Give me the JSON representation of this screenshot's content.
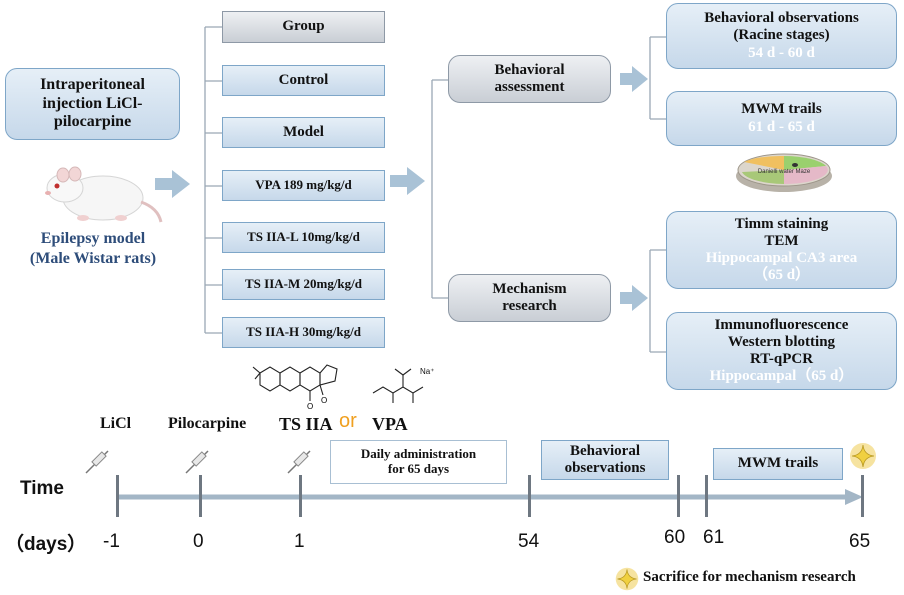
{
  "model": {
    "injection": [
      "Intraperitoneal",
      "injection LiCl-",
      "pilocarpine"
    ],
    "label": [
      "Epilepsy model",
      "(Male Wistar rats)"
    ]
  },
  "groups": {
    "header": "Group",
    "items": [
      "Control",
      "Model",
      "VPA 189 mg/kg/d",
      "TS IIA-L  10mg/kg/d",
      "TS IIA-M 20mg/kg/d",
      "TS IIA-H 30mg/kg/d"
    ]
  },
  "branches": {
    "behavioral": [
      "Behavioral",
      "assessment"
    ],
    "mechanism": [
      "Mechanism",
      "research"
    ]
  },
  "outcomes": {
    "racine": {
      "lines": [
        "Behavioral observations",
        "(Racine stages)"
      ],
      "time": "54 d - 60 d"
    },
    "mwm": {
      "lines": [
        "MWM trails"
      ],
      "time": "61 d - 65 d"
    },
    "maze_label": "Danielli water Maze",
    "timm": {
      "lines": [
        "Timm staining",
        "TEM"
      ],
      "sub": [
        "Hippocampal  CA3 area",
        "（65 d）"
      ]
    },
    "immuno": {
      "lines": [
        "Immunofluorescence",
        "Western blotting",
        "RT-qPCR"
      ],
      "sub": "Hippocampal（65 d）"
    }
  },
  "timeline": {
    "drug_labels": {
      "licl": "LiCl",
      "pilocarpine": "Pilocarpine",
      "tsiia": "TS IIA",
      "or": "or",
      "vpa": "VPA",
      "na": "Na⁺"
    },
    "daily": [
      "Daily administration",
      "for 65 days"
    ],
    "behavioral": [
      "Behavioral",
      "observations"
    ],
    "mwm": "MWM trails",
    "time_label": "Time",
    "days_label": "（days）",
    "days": [
      "-1",
      "0",
      "1",
      "54",
      "60",
      "61",
      "65"
    ]
  },
  "legend": {
    "sacrifice": "Sacrifice for mechanism research"
  },
  "colors": {
    "arrow": "#a9c2d6",
    "timeline": "#a3b6c6",
    "or": "#f0a020",
    "white_text": "#ffffff",
    "star": "#f0d070"
  }
}
